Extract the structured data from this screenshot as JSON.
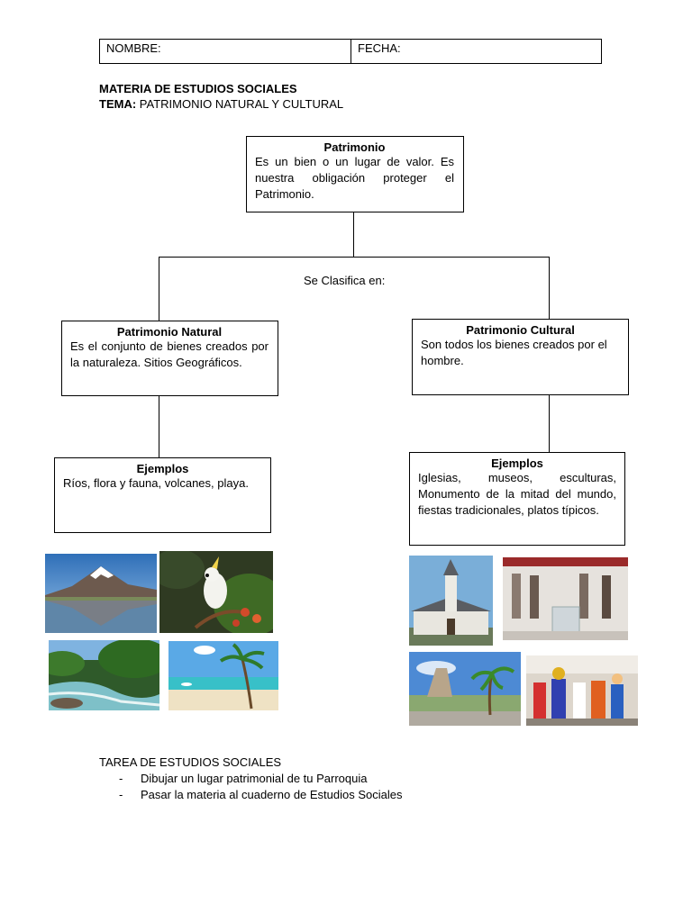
{
  "header": {
    "name_label": "NOMBRE:",
    "date_label": "FECHA:"
  },
  "subject": {
    "line1": "MATERIA DE ESTUDIOS SOCIALES",
    "topic_label": "TEMA:",
    "topic_value": "PATRIMONIO NATURAL Y CULTURAL"
  },
  "diagram": {
    "root": {
      "title": "Patrimonio",
      "text": "Es un bien o un lugar de valor. Es nuestra obligación proteger el Patrimonio."
    },
    "connector_label": "Se Clasifica en:",
    "natural": {
      "title": "Patrimonio Natural",
      "text": "Es el conjunto de bienes creados por la naturaleza. Sitios Geográficos."
    },
    "cultural": {
      "title": "Patrimonio Cultural",
      "text": "Son todos los bienes creados por el hombre."
    },
    "natural_examples": {
      "title": "Ejemplos",
      "text": "Ríos, flora y fauna, volcanes, playa."
    },
    "cultural_examples": {
      "title": "Ejemplos",
      "text": "Iglesias, museos, esculturas, Monumento de la mitad del mundo, fiestas tradicionales, platos típicos."
    }
  },
  "task": {
    "title": "TAREA DE ESTUDIOS SOCIALES",
    "items": [
      "Dibujar un lugar patrimonial de tu Parroquia",
      "Pasar la materia al cuaderno de Estudios Sociales"
    ],
    "bullet": "-"
  }
}
